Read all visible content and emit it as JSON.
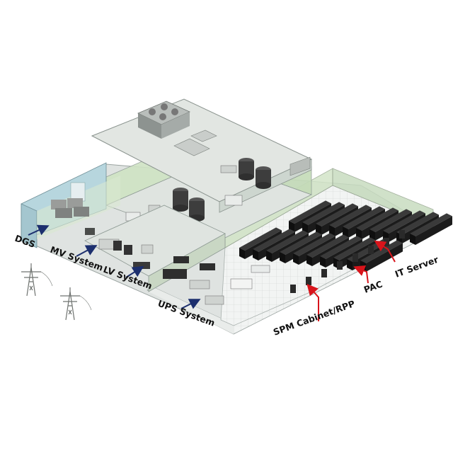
{
  "labels": {
    "dgs": "DGS",
    "mv_system": "MV System",
    "lv_system": "LV System",
    "ups_system": "UPS System",
    "spm": "SPM Cabinet/RPP",
    "pac": "PAC",
    "it_server": "IT Server"
  },
  "colors": {
    "arrow_navy": "#1c2f6e",
    "arrow_red": "#d8141b",
    "glass_green": "#cfe3c4",
    "roof_gray": "#e2e6e2",
    "floor_gray": "#dfe3e1",
    "rack_black": "#1b1b1b",
    "dgs_wall_blue": "#b7d6de",
    "pylon_gray": "#6f7370"
  },
  "icons": [
    "power-pylon-icon",
    "power-pylon-icon"
  ]
}
